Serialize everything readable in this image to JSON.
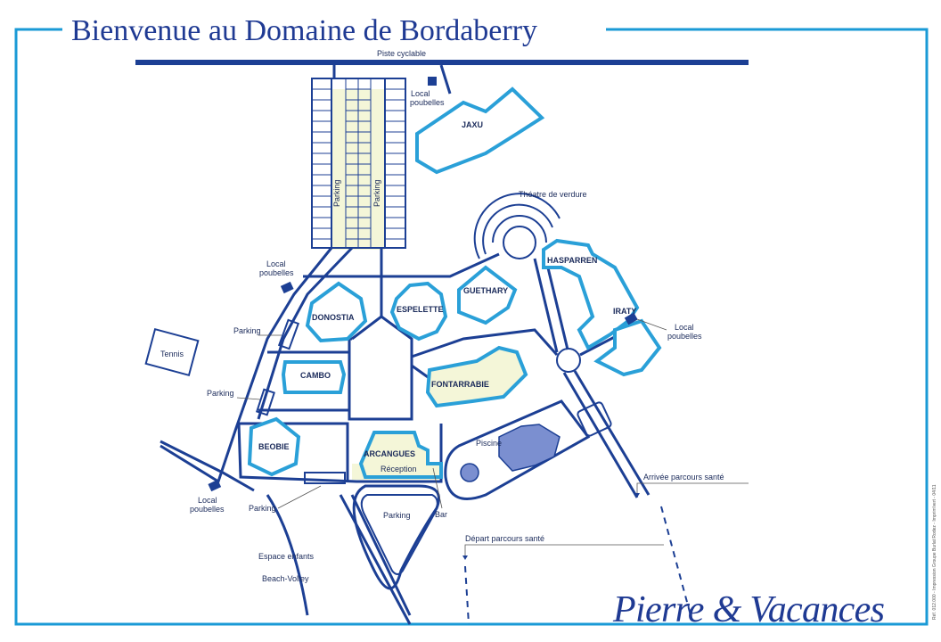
{
  "title": "Bienvenue au Domaine de Bordaberry",
  "colors": {
    "frame": "#1a9ad6",
    "roads": "#1c3f94",
    "buildings": "#2aa0d8",
    "pool": "#7b8fd0",
    "green_areas": "#f4f6d8"
  },
  "labels": {
    "bike_path": "Piste cyclable",
    "parking_main_1": "Parking",
    "parking_main_2": "Parking",
    "bins": "Local",
    "bins_2": "poubelles",
    "theatre": "Théatre de verdure",
    "tennis": "Tennis",
    "parking_west_1": "Parking",
    "parking_west_2": "Parking",
    "parking_south": "Parking",
    "parking_triangle": "Parking",
    "pool": "Piscine",
    "reception": "Réception",
    "bar": "Bar",
    "kids_area": "Espace enfants",
    "beach_volley": "Beach-Volley",
    "health_start": "Départ parcours santé",
    "health_end": "Arrivée parcours santé"
  },
  "buildings": {
    "jaxu": "JAXU",
    "hasparren": "HASPARREN",
    "iraty": "IRATY",
    "guethary": "GUETHARY",
    "espelette": "ESPELETTE",
    "donostia": "DONOSTIA",
    "cambo": "CAMBO",
    "fontarrabie": "FONTARRABIE",
    "beobie": "BEOBIE",
    "arcangues": "ARCANGUES"
  },
  "logo": "Pierre & Vacances",
  "footer_ref": "Réf. 012.000 - Impression Groupe Burlat Rodez - Imprim'vert - 04/11"
}
